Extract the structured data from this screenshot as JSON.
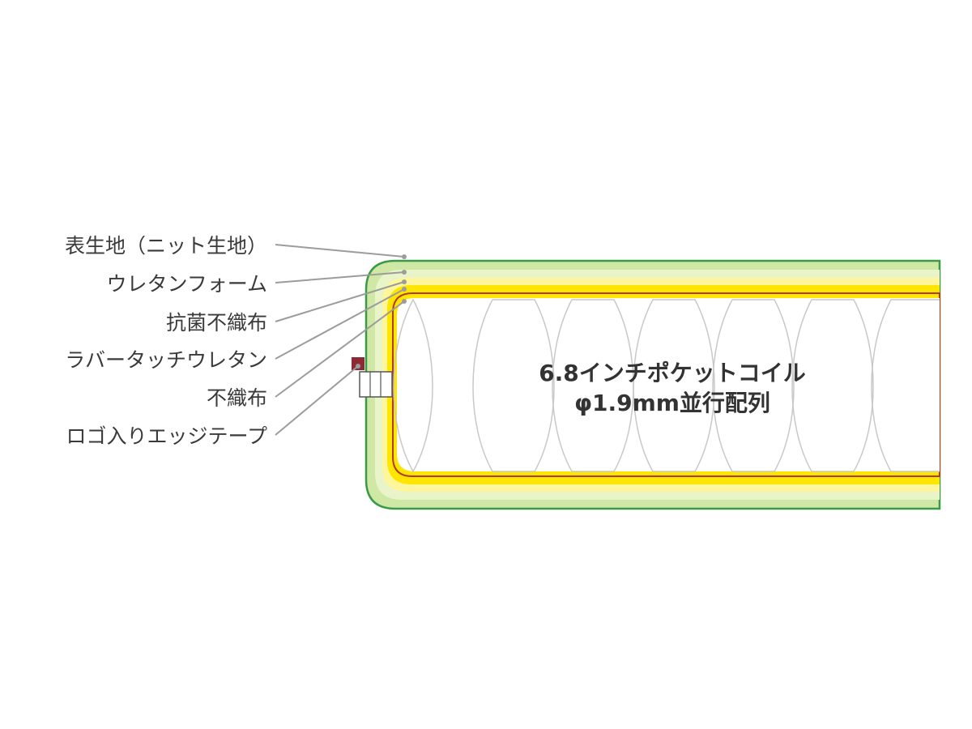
{
  "labels": {
    "cover_fabric": "表生地（ニット生地）",
    "urethane_foam": "ウレタンフォーム",
    "antibacterial_nonwoven": "抗菌不織布",
    "rubber_touch_urethane": "ラバータッチウレタン",
    "nonwoven": "不織布",
    "logo_edge_tape": "ロゴ入りエッジテープ"
  },
  "core": {
    "line1": "6.8インチポケットコイル",
    "line2": "φ1.9mm並行配列"
  },
  "colors": {
    "cover_outline": "#3a9a45",
    "cover_fill": "#cfe8a6",
    "foam": "#e9f5c8",
    "antibacterial": "#fff59a",
    "rubber_touch": "#ffe600",
    "nonwoven_line": "#b23a22",
    "coil_outline": "#c8c8c8",
    "tape_mark": "#8b2a35",
    "leader": "#9c9c9c",
    "label_text": "#3a3a3a"
  }
}
